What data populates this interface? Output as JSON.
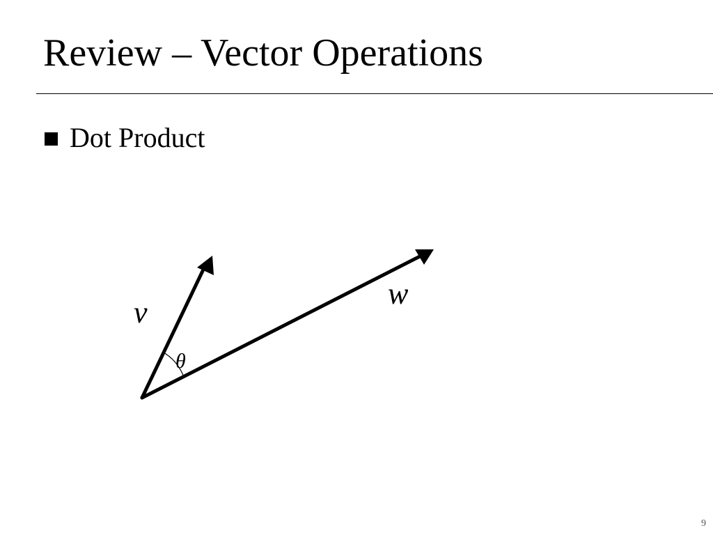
{
  "slide": {
    "title": "Review – Vector Operations",
    "bullet": "Dot Product",
    "page_number": "9"
  },
  "diagram": {
    "vector_v_label": "v",
    "vector_w_label": "w",
    "angle_label": "θ",
    "stroke_color": "#000000"
  }
}
